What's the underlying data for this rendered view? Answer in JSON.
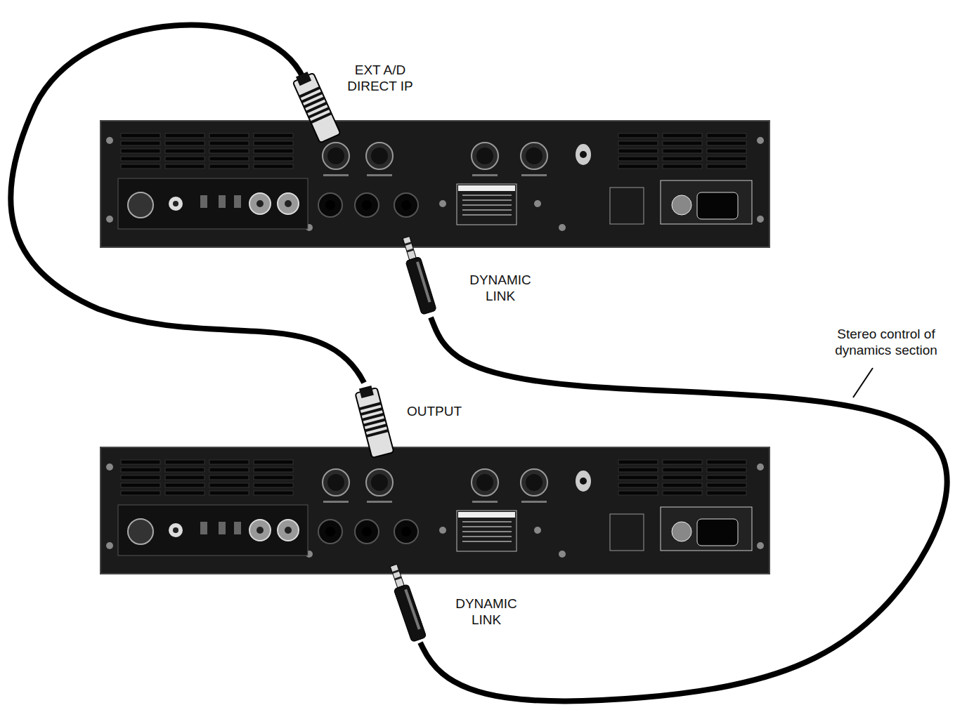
{
  "diagram": {
    "labels": [
      "EXT A/D DIRECT IP",
      "DYNAMIC LINK",
      "OUTPUT",
      "DYNAMIC LINK",
      "Stereo control of dynamics section"
    ]
  }
}
